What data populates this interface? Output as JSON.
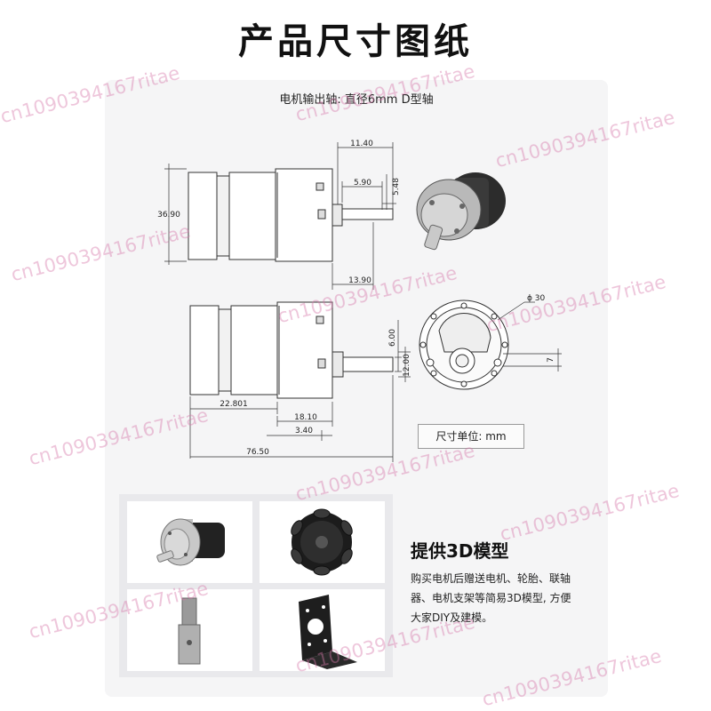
{
  "page": {
    "title": "产品尺寸图纸",
    "subtitle": "电机输出轴: 直径6mm D型轴",
    "unit_label": "尺寸单位: mm"
  },
  "dimensions": {
    "d11_40": "11.40",
    "d5_90": "5.90",
    "d5_48": "5.48",
    "d36_90": "36.90",
    "d13_90": "13.90",
    "d6_00": "6.00",
    "d12_00": "12.00",
    "d22_801": "22.801",
    "d18_10": "18.10",
    "d3_40": "3.40",
    "d76_50": "76.50",
    "phi30": "ϕ 30",
    "d7": "7"
  },
  "model": {
    "title": "提供3D模型",
    "description": "购买电机后赠送电机、轮胎、联轴器、电机支架等简易3D模型, 方便大家DIY及建模。"
  },
  "watermark": {
    "text": "cn1090394167ritae"
  }
}
